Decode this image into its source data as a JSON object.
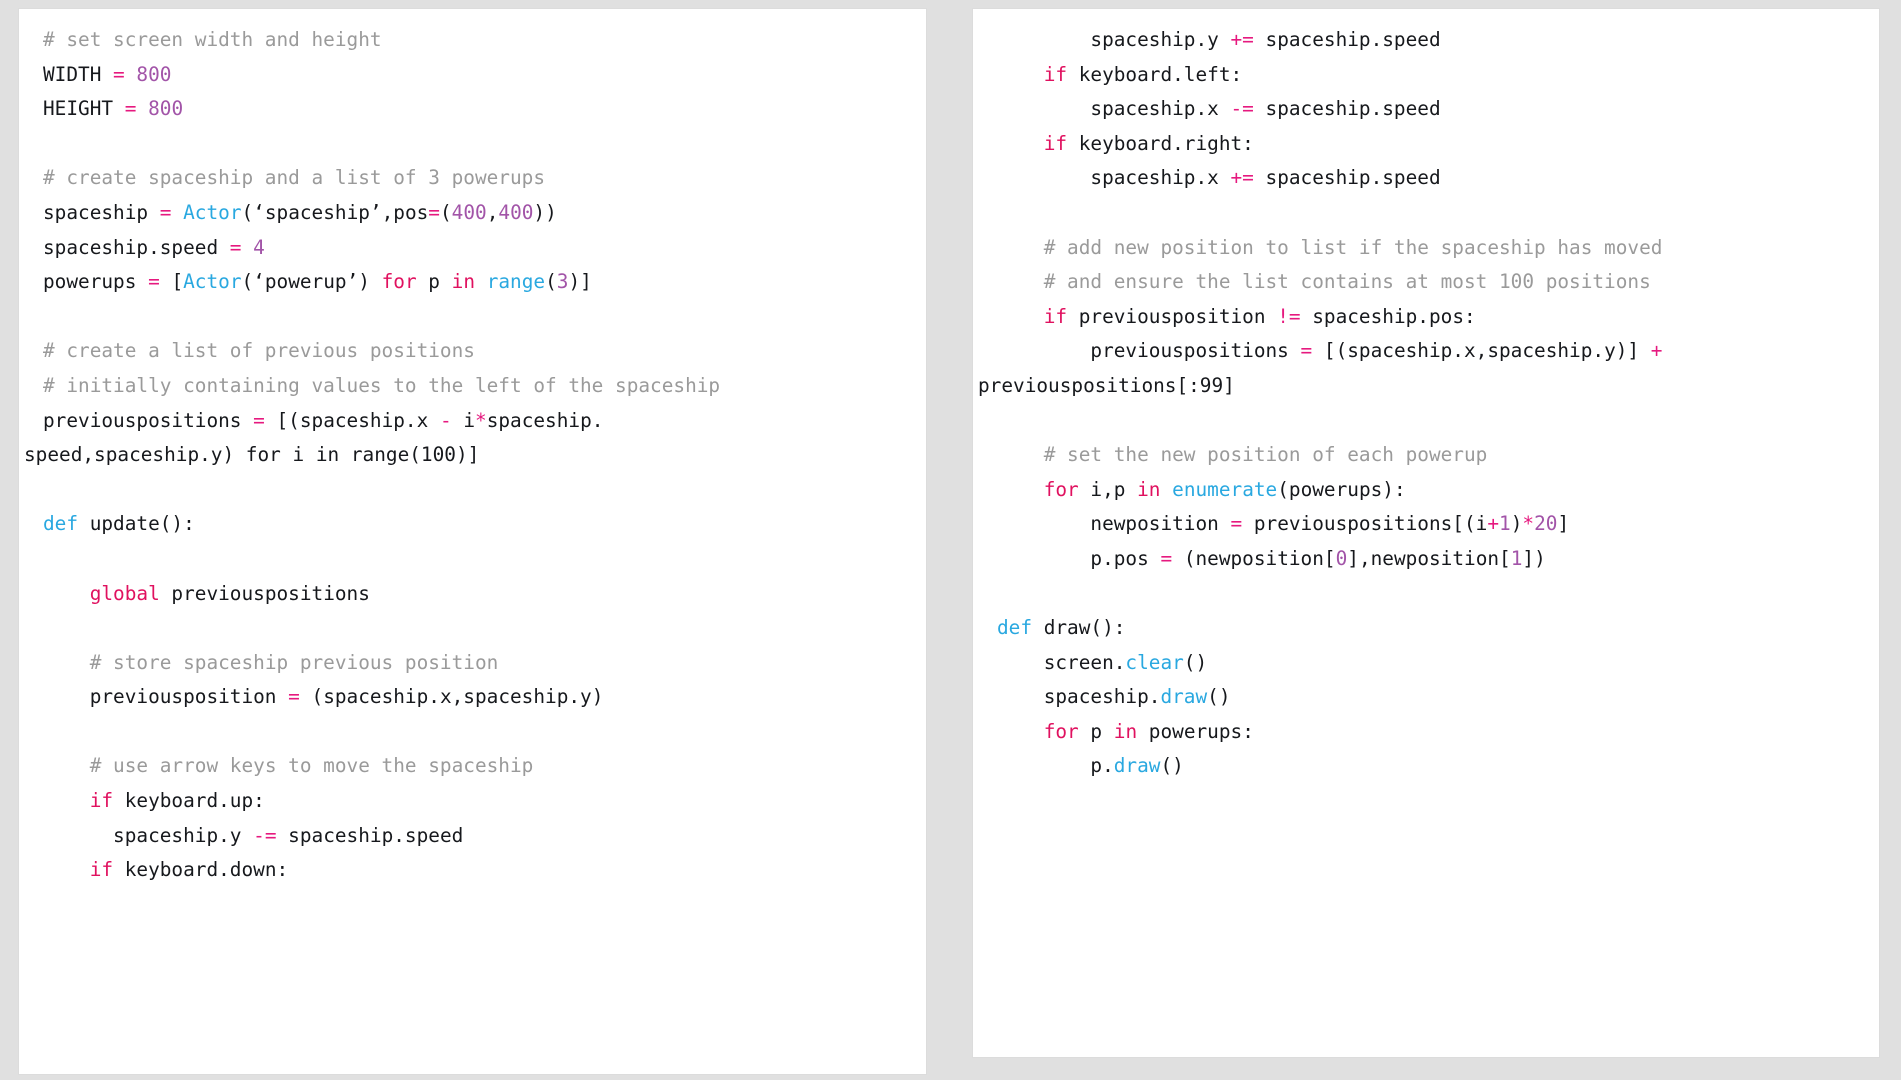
{
  "theme": {
    "page_background": "#e0e0e0",
    "panel_background": "#ffffff",
    "panel_border": "#dcdcdc",
    "comment_color": "#9a9a9a",
    "keyword_color": "#e0115f",
    "builtin_color": "#29a8e0",
    "operator_color": "#e6197f",
    "number_color": "#a254a8",
    "plain_color": "#16181c"
  },
  "panels": [
    {
      "id": "left",
      "name": "code-panel-left",
      "lines": [
        {
          "wrapped": false,
          "tokens": [
            {
              "t": "com",
              "v": "# set screen width and height"
            }
          ]
        },
        {
          "wrapped": false,
          "tokens": [
            {
              "t": "pl",
              "v": "WIDTH "
            },
            {
              "t": "op",
              "v": "="
            },
            {
              "t": "pl",
              "v": " "
            },
            {
              "t": "num",
              "v": "800"
            }
          ]
        },
        {
          "wrapped": false,
          "tokens": [
            {
              "t": "pl",
              "v": "HEIGHT "
            },
            {
              "t": "op",
              "v": "="
            },
            {
              "t": "pl",
              "v": " "
            },
            {
              "t": "num",
              "v": "800"
            }
          ]
        },
        {
          "wrapped": false,
          "blank": true,
          "tokens": []
        },
        {
          "wrapped": false,
          "tokens": [
            {
              "t": "com",
              "v": "# create spaceship and a list of 3 powerups"
            }
          ]
        },
        {
          "wrapped": false,
          "tokens": [
            {
              "t": "pl",
              "v": "spaceship "
            },
            {
              "t": "op",
              "v": "="
            },
            {
              "t": "pl",
              "v": " "
            },
            {
              "t": "bi",
              "v": "Actor"
            },
            {
              "t": "pl",
              "v": "(‘spaceship’,pos"
            },
            {
              "t": "op",
              "v": "="
            },
            {
              "t": "pl",
              "v": "("
            },
            {
              "t": "num",
              "v": "400"
            },
            {
              "t": "pl",
              "v": ","
            },
            {
              "t": "num",
              "v": "400"
            },
            {
              "t": "pl",
              "v": "))"
            }
          ]
        },
        {
          "wrapped": false,
          "tokens": [
            {
              "t": "pl",
              "v": "spaceship.speed "
            },
            {
              "t": "op",
              "v": "="
            },
            {
              "t": "pl",
              "v": " "
            },
            {
              "t": "num",
              "v": "4"
            }
          ]
        },
        {
          "wrapped": false,
          "tokens": [
            {
              "t": "pl",
              "v": "powerups "
            },
            {
              "t": "op",
              "v": "="
            },
            {
              "t": "pl",
              "v": " ["
            },
            {
              "t": "bi",
              "v": "Actor"
            },
            {
              "t": "pl",
              "v": "(‘powerup’) "
            },
            {
              "t": "kw",
              "v": "for"
            },
            {
              "t": "pl",
              "v": " p "
            },
            {
              "t": "kw",
              "v": "in"
            },
            {
              "t": "pl",
              "v": " "
            },
            {
              "t": "bi",
              "v": "range"
            },
            {
              "t": "pl",
              "v": "("
            },
            {
              "t": "num",
              "v": "3"
            },
            {
              "t": "pl",
              "v": ")]"
            }
          ]
        },
        {
          "wrapped": false,
          "blank": true,
          "tokens": []
        },
        {
          "wrapped": false,
          "tokens": [
            {
              "t": "com",
              "v": "# create a list of previous positions"
            }
          ]
        },
        {
          "wrapped": false,
          "tokens": [
            {
              "t": "com",
              "v": "# initially containing values to the left of the spaceship"
            }
          ]
        },
        {
          "wrapped": false,
          "tokens": [
            {
              "t": "pl",
              "v": "previouspositions "
            },
            {
              "t": "op",
              "v": "="
            },
            {
              "t": "pl",
              "v": " [(spaceship.x "
            },
            {
              "t": "op",
              "v": "-"
            },
            {
              "t": "pl",
              "v": " i"
            },
            {
              "t": "op",
              "v": "*"
            },
            {
              "t": "pl",
              "v": "spaceship."
            }
          ]
        },
        {
          "wrapped": true,
          "tokens": [
            {
              "t": "pl",
              "v": "speed,spaceship.y) for i in range(100)]"
            }
          ]
        },
        {
          "wrapped": false,
          "blank": true,
          "tokens": []
        },
        {
          "wrapped": false,
          "tokens": [
            {
              "t": "bi",
              "v": "def"
            },
            {
              "t": "pl",
              "v": " update():"
            }
          ]
        },
        {
          "wrapped": false,
          "blank": true,
          "tokens": []
        },
        {
          "wrapped": false,
          "tokens": [
            {
              "t": "pl",
              "v": "    "
            },
            {
              "t": "kw",
              "v": "global"
            },
            {
              "t": "pl",
              "v": " previouspositions"
            }
          ]
        },
        {
          "wrapped": false,
          "blank": true,
          "tokens": []
        },
        {
          "wrapped": false,
          "tokens": [
            {
              "t": "pl",
              "v": "    "
            },
            {
              "t": "com",
              "v": "# store spaceship previous position"
            }
          ]
        },
        {
          "wrapped": false,
          "tokens": [
            {
              "t": "pl",
              "v": "    previousposition "
            },
            {
              "t": "op",
              "v": "="
            },
            {
              "t": "pl",
              "v": " (spaceship.x,spaceship.y)"
            }
          ]
        },
        {
          "wrapped": false,
          "blank": true,
          "tokens": []
        },
        {
          "wrapped": false,
          "tokens": [
            {
              "t": "pl",
              "v": "    "
            },
            {
              "t": "com",
              "v": "# use arrow keys to move the spaceship"
            }
          ]
        },
        {
          "wrapped": false,
          "tokens": [
            {
              "t": "pl",
              "v": "    "
            },
            {
              "t": "kw",
              "v": "if"
            },
            {
              "t": "pl",
              "v": " keyboard.up:"
            }
          ]
        },
        {
          "wrapped": false,
          "tokens": [
            {
              "t": "pl",
              "v": "      spaceship.y "
            },
            {
              "t": "op",
              "v": "-="
            },
            {
              "t": "pl",
              "v": " spaceship.speed"
            }
          ]
        },
        {
          "wrapped": false,
          "tokens": [
            {
              "t": "pl",
              "v": "    "
            },
            {
              "t": "kw",
              "v": "if"
            },
            {
              "t": "pl",
              "v": " keyboard.down:"
            }
          ]
        }
      ]
    },
    {
      "id": "right",
      "name": "code-panel-right",
      "lines": [
        {
          "wrapped": false,
          "tokens": [
            {
              "t": "pl",
              "v": "        spaceship.y "
            },
            {
              "t": "op",
              "v": "+="
            },
            {
              "t": "pl",
              "v": " spaceship.speed"
            }
          ]
        },
        {
          "wrapped": false,
          "tokens": [
            {
              "t": "pl",
              "v": "    "
            },
            {
              "t": "kw",
              "v": "if"
            },
            {
              "t": "pl",
              "v": " keyboard.left:"
            }
          ]
        },
        {
          "wrapped": false,
          "tokens": [
            {
              "t": "pl",
              "v": "        spaceship.x "
            },
            {
              "t": "op",
              "v": "-="
            },
            {
              "t": "pl",
              "v": " spaceship.speed"
            }
          ]
        },
        {
          "wrapped": false,
          "tokens": [
            {
              "t": "pl",
              "v": "    "
            },
            {
              "t": "kw",
              "v": "if"
            },
            {
              "t": "pl",
              "v": " keyboard.right:"
            }
          ]
        },
        {
          "wrapped": false,
          "tokens": [
            {
              "t": "pl",
              "v": "        spaceship.x "
            },
            {
              "t": "op",
              "v": "+="
            },
            {
              "t": "pl",
              "v": " spaceship.speed"
            }
          ]
        },
        {
          "wrapped": false,
          "blank": true,
          "tokens": []
        },
        {
          "wrapped": false,
          "tokens": [
            {
              "t": "pl",
              "v": "    "
            },
            {
              "t": "com",
              "v": "# add new position to list if the spaceship has moved"
            }
          ]
        },
        {
          "wrapped": false,
          "tokens": [
            {
              "t": "pl",
              "v": "    "
            },
            {
              "t": "com",
              "v": "# and ensure the list contains at most 100 positions"
            }
          ]
        },
        {
          "wrapped": false,
          "tokens": [
            {
              "t": "pl",
              "v": "    "
            },
            {
              "t": "kw",
              "v": "if"
            },
            {
              "t": "pl",
              "v": " previousposition "
            },
            {
              "t": "op",
              "v": "!="
            },
            {
              "t": "pl",
              "v": " spaceship.pos:"
            }
          ]
        },
        {
          "wrapped": false,
          "tokens": [
            {
              "t": "pl",
              "v": "        previouspositions "
            },
            {
              "t": "op",
              "v": "="
            },
            {
              "t": "pl",
              "v": " [(spaceship.x,spaceship.y)] "
            },
            {
              "t": "op",
              "v": "+"
            }
          ]
        },
        {
          "wrapped": true,
          "tokens": [
            {
              "t": "pl",
              "v": "previouspositions[:99]"
            }
          ]
        },
        {
          "wrapped": false,
          "blank": true,
          "tokens": []
        },
        {
          "wrapped": false,
          "tokens": [
            {
              "t": "pl",
              "v": "    "
            },
            {
              "t": "com",
              "v": "# set the new position of each powerup"
            }
          ]
        },
        {
          "wrapped": false,
          "tokens": [
            {
              "t": "pl",
              "v": "    "
            },
            {
              "t": "kw",
              "v": "for"
            },
            {
              "t": "pl",
              "v": " i,p "
            },
            {
              "t": "kw",
              "v": "in"
            },
            {
              "t": "pl",
              "v": " "
            },
            {
              "t": "bi",
              "v": "enumerate"
            },
            {
              "t": "pl",
              "v": "(powerups):"
            }
          ]
        },
        {
          "wrapped": false,
          "tokens": [
            {
              "t": "pl",
              "v": "        newposition "
            },
            {
              "t": "op",
              "v": "="
            },
            {
              "t": "pl",
              "v": " previouspositions[(i"
            },
            {
              "t": "op",
              "v": "+"
            },
            {
              "t": "num",
              "v": "1"
            },
            {
              "t": "pl",
              "v": ")"
            },
            {
              "t": "op",
              "v": "*"
            },
            {
              "t": "num",
              "v": "20"
            },
            {
              "t": "pl",
              "v": "]"
            }
          ]
        },
        {
          "wrapped": false,
          "tokens": [
            {
              "t": "pl",
              "v": "        p.pos "
            },
            {
              "t": "op",
              "v": "="
            },
            {
              "t": "pl",
              "v": " (newposition["
            },
            {
              "t": "num",
              "v": "0"
            },
            {
              "t": "pl",
              "v": "],newposition["
            },
            {
              "t": "num",
              "v": "1"
            },
            {
              "t": "pl",
              "v": "])"
            }
          ]
        },
        {
          "wrapped": false,
          "blank": true,
          "tokens": []
        },
        {
          "wrapped": false,
          "tokens": [
            {
              "t": "bi",
              "v": "def"
            },
            {
              "t": "pl",
              "v": " draw():"
            }
          ]
        },
        {
          "wrapped": false,
          "tokens": [
            {
              "t": "pl",
              "v": "    screen."
            },
            {
              "t": "bi",
              "v": "clear"
            },
            {
              "t": "pl",
              "v": "()"
            }
          ]
        },
        {
          "wrapped": false,
          "tokens": [
            {
              "t": "pl",
              "v": "    spaceship."
            },
            {
              "t": "bi",
              "v": "draw"
            },
            {
              "t": "pl",
              "v": "()"
            }
          ]
        },
        {
          "wrapped": false,
          "tokens": [
            {
              "t": "pl",
              "v": "    "
            },
            {
              "t": "kw",
              "v": "for"
            },
            {
              "t": "pl",
              "v": " p "
            },
            {
              "t": "kw",
              "v": "in"
            },
            {
              "t": "pl",
              "v": " powerups:"
            }
          ]
        },
        {
          "wrapped": false,
          "tokens": [
            {
              "t": "pl",
              "v": "        p."
            },
            {
              "t": "bi",
              "v": "draw"
            },
            {
              "t": "pl",
              "v": "()"
            }
          ]
        }
      ]
    }
  ]
}
